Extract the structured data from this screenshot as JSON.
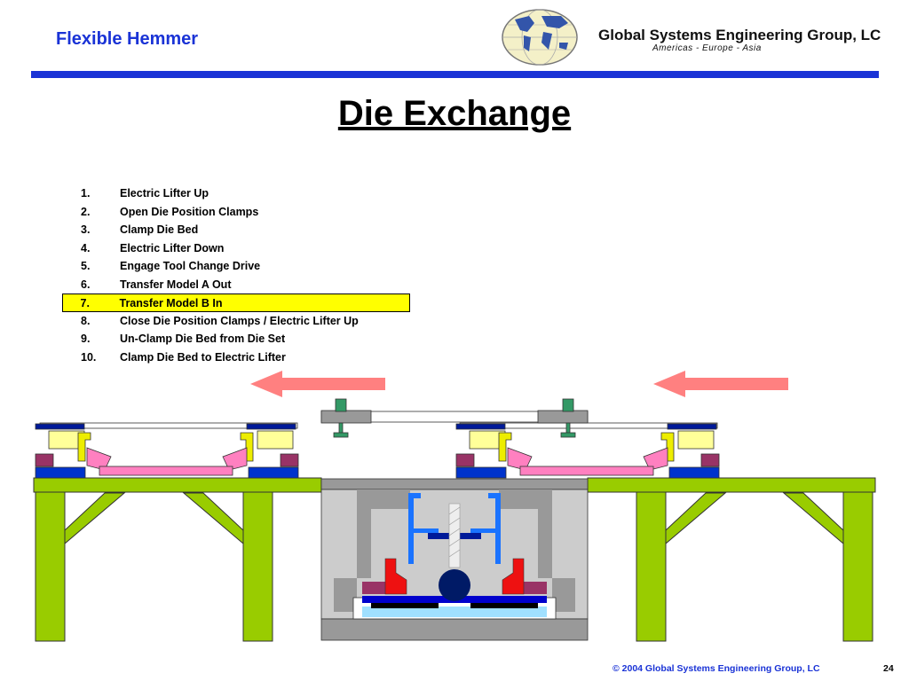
{
  "header": {
    "title": "Flexible Hemmer"
  },
  "logo": {
    "name": "Global Systems Engineering Group, LC",
    "tagline": "Americas - Europe - Asia"
  },
  "slide": {
    "title": "Die Exchange"
  },
  "steps": [
    {
      "num": "1.",
      "text": "Electric Lifter Up"
    },
    {
      "num": "2.",
      "text": "Open Die Position Clamps"
    },
    {
      "num": "3.",
      "text": "Clamp Die Bed"
    },
    {
      "num": "4.",
      "text": "Electric Lifter Down"
    },
    {
      "num": "5.",
      "text": "Engage Tool Change Drive"
    },
    {
      "num": "6.",
      "text": "Transfer Model A Out"
    },
    {
      "num": "7.",
      "text": "Transfer Model B In",
      "highlighted": true
    },
    {
      "num": "8.",
      "text": "Close Die Position Clamps / Electric Lifter Up"
    },
    {
      "num": "9.",
      "text": "Un-Clamp Die Bed from Die Set"
    },
    {
      "num": "10.",
      "text": "Clamp Die Bed to Electric Lifter"
    }
  ],
  "footer": {
    "copyright": "© 2004 Global Systems Engineering Group, LC",
    "page_number": "24"
  },
  "colors": {
    "title_blue": "#1a33d6",
    "highlight": "#ffff00",
    "arrow": "#ff8080",
    "table": "#99cc00",
    "machine_gray": "#999999",
    "lifter_blue": "#0066ff",
    "clamp_red": "#ee1111",
    "die_yellow": "#eded00",
    "die_pink": "#ff80c0",
    "clamp_maroon": "#993366",
    "navy": "#001a99"
  }
}
